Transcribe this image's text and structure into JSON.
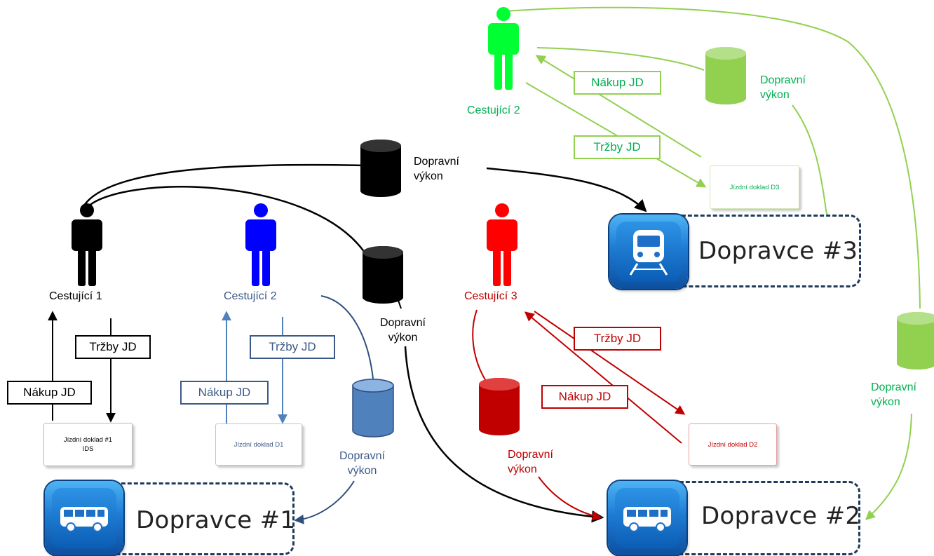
{
  "colors": {
    "black": "#000000",
    "blue": "#0000ff",
    "steel_blue": "#3c5a88",
    "steel_blue_fill": "#4f81bd",
    "red": "#ff0000",
    "dark_red": "#c00000",
    "green": "#00ff33",
    "light_green": "#92d050",
    "label_green": "#00b050"
  },
  "travelers": {
    "t1": {
      "label": "Cestující 1",
      "icon": "person-icon"
    },
    "t2": {
      "label": "Cestující 2",
      "icon": "person-icon"
    },
    "t3": {
      "label": "Cestující 3",
      "icon": "person-icon"
    },
    "t4": {
      "label": "Cestující 2",
      "icon": "person-icon"
    }
  },
  "carriers": {
    "c1": {
      "name": "Dopravce #1",
      "icon": "bus-icon"
    },
    "c2": {
      "name": "Dopravce #2",
      "icon": "bus-icon"
    },
    "c3": {
      "name": "Dopravce #3",
      "icon": "train-icon"
    }
  },
  "tickets": {
    "ids": [
      "Jízdní doklad #1",
      "IDS"
    ],
    "d1": "Jízdní doklad D1",
    "d2": "Jízdní doklad D2",
    "d3": "Jízdní doklad D3"
  },
  "boxes": {
    "purchase": "Nákup JD",
    "revenue": "Tržby JD"
  },
  "performance": [
    "Dopravní",
    "výkon"
  ],
  "icons": {
    "cylinder": "database-cylinder-icon",
    "arrow": "arrow-icon"
  }
}
